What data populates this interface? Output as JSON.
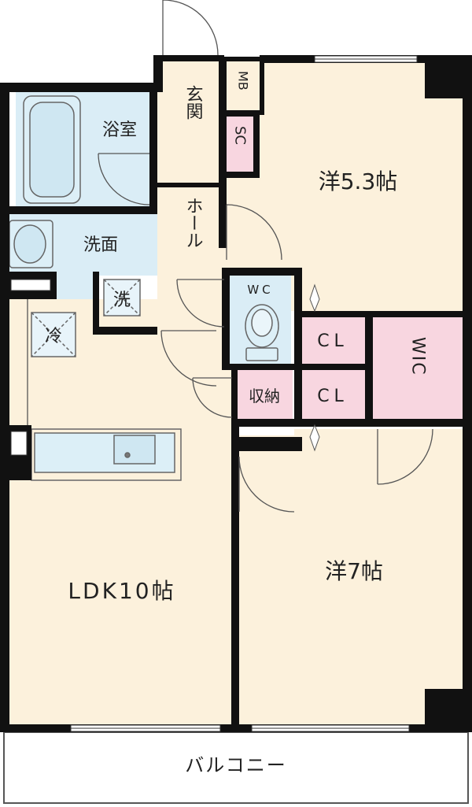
{
  "colors": {
    "wall": "#111111",
    "room_floor": "#fcf1dc",
    "wet_area": "#daedf6",
    "storage": "#f8d6e0",
    "balcony": "#ffffff",
    "line": "#555555"
  },
  "rooms": {
    "bath": "浴室",
    "entrance": "玄関",
    "mb": "MB",
    "sc": "SC",
    "western1": "洋5.3帖",
    "hall": "ホール",
    "washroom": "洗面",
    "washer": "洗",
    "fridge": "冷",
    "wc": "WC",
    "cl1": "CL",
    "cl2": "CL",
    "wic": "WIC",
    "storage": "収納",
    "ldk": "LDK10帖",
    "western2": "洋7帖",
    "balcony": "バルコニー"
  }
}
